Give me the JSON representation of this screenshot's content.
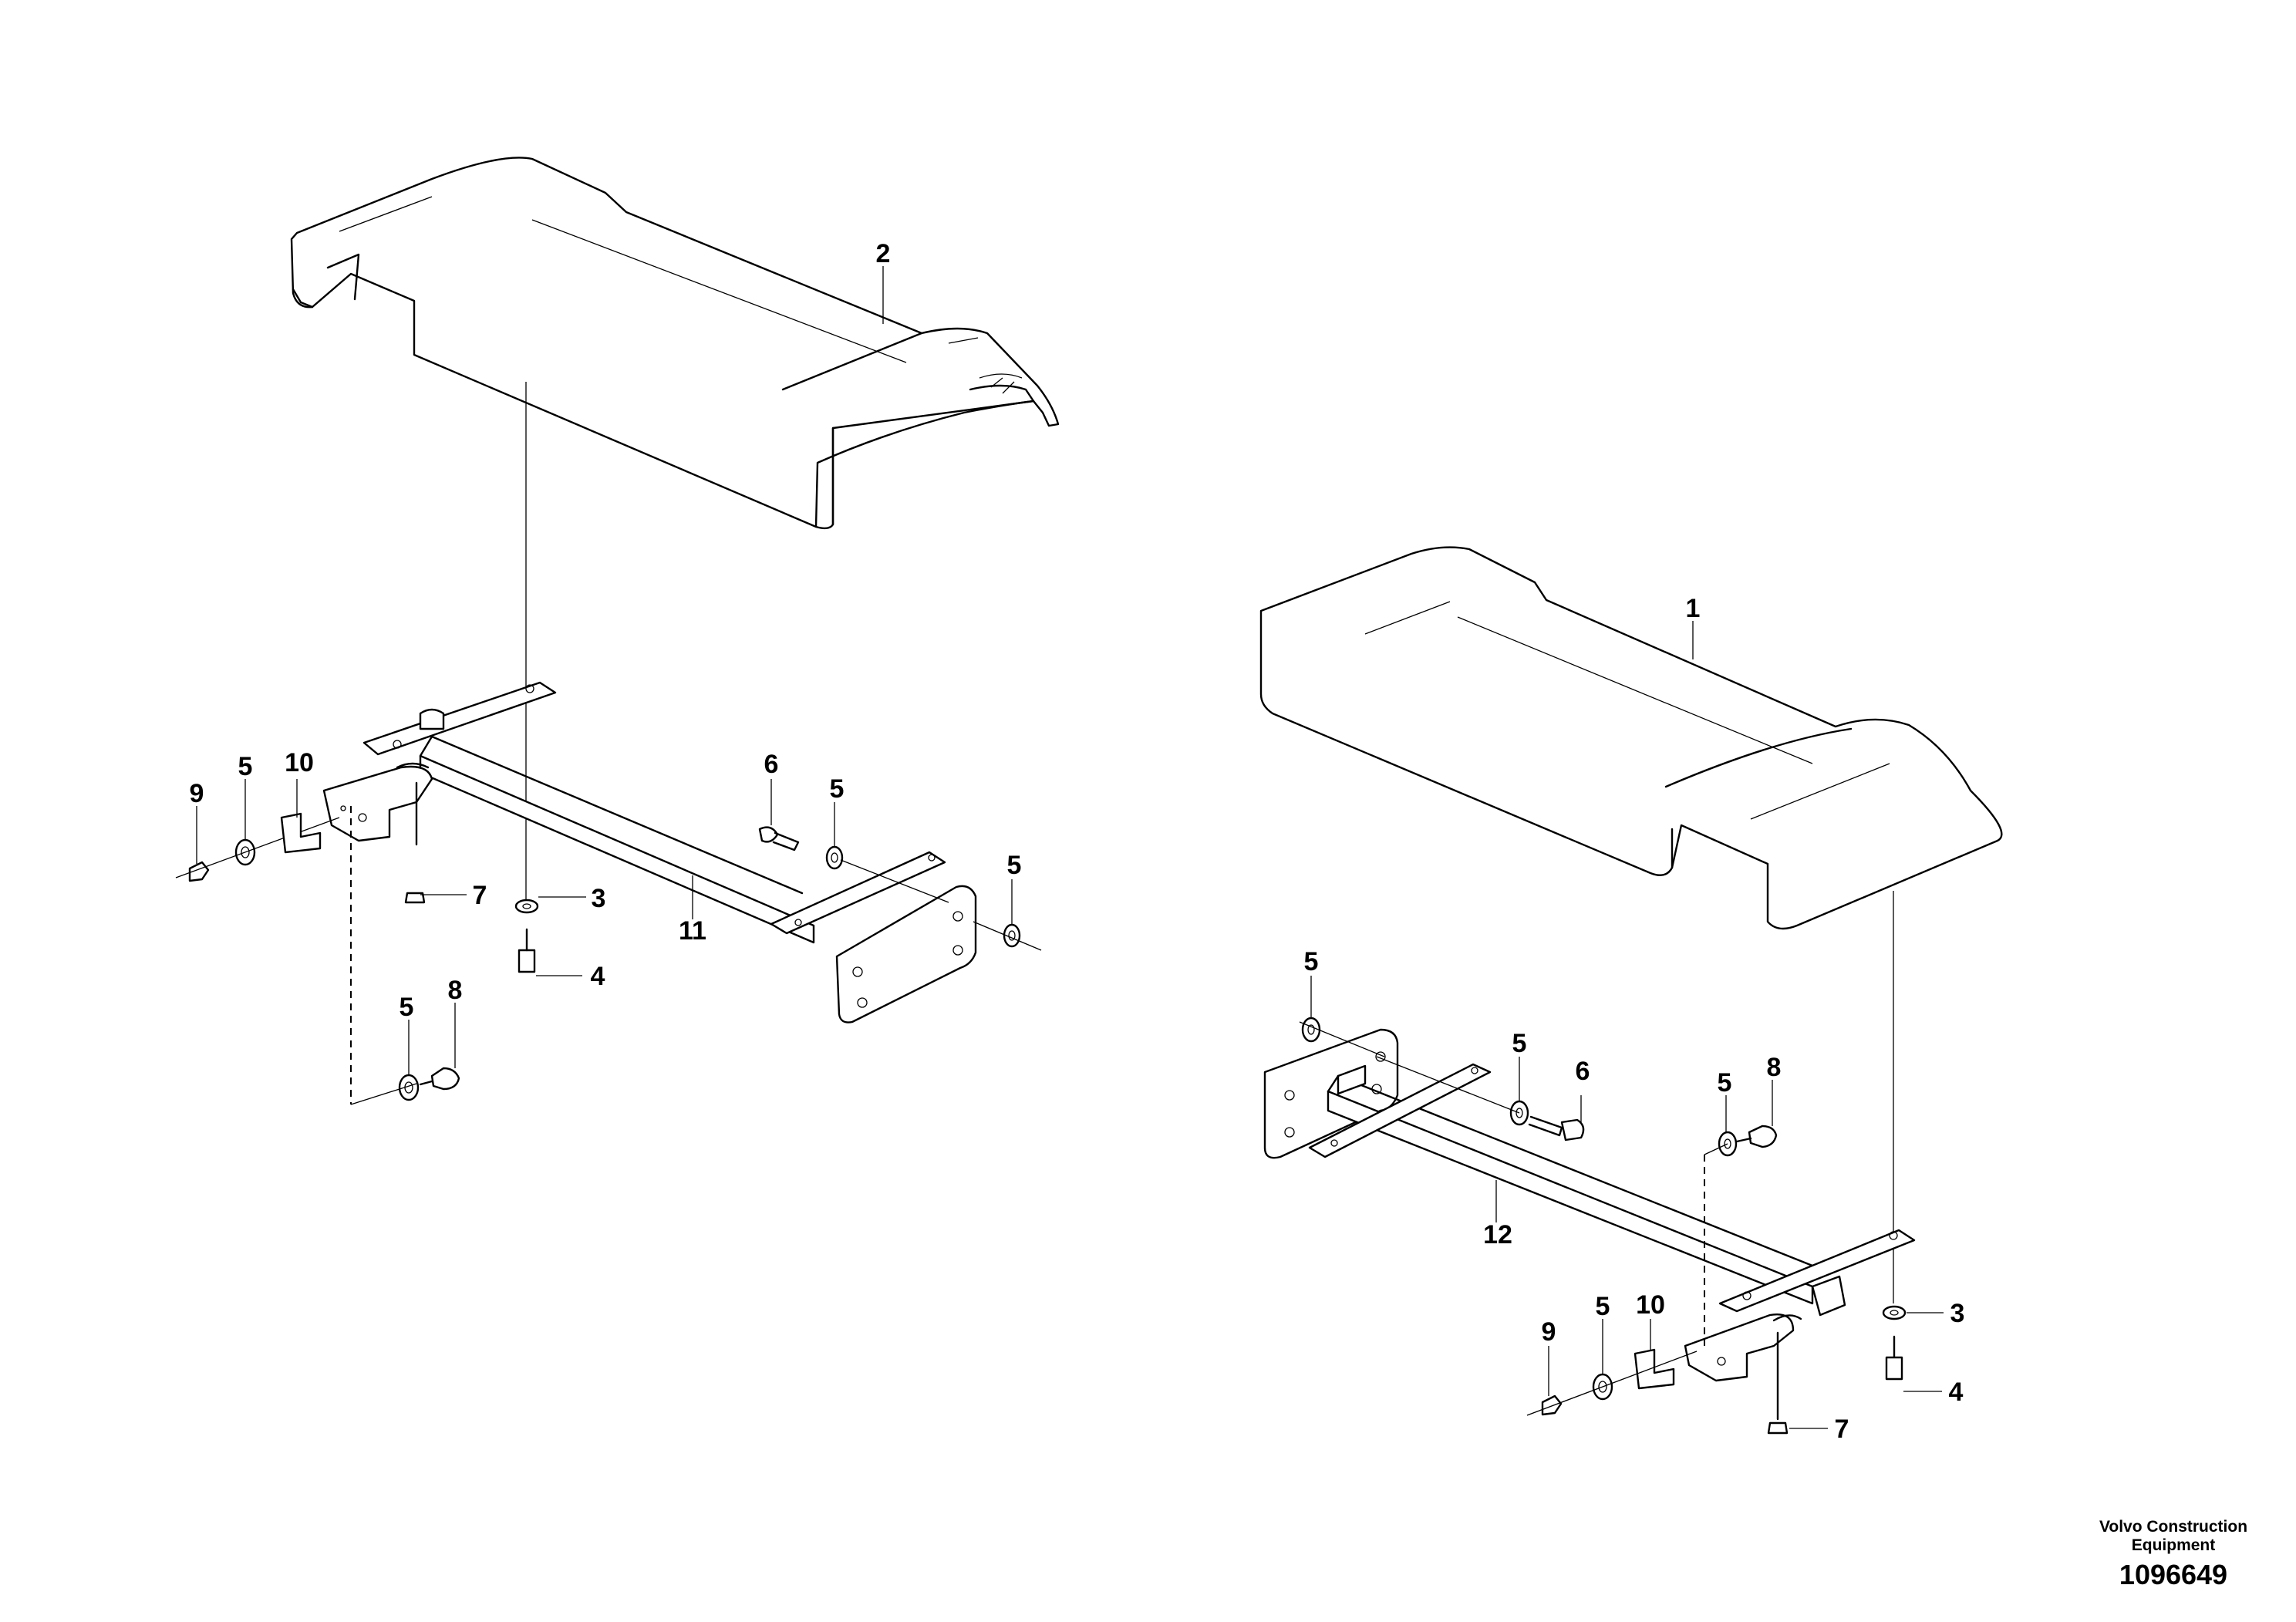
{
  "callouts": {
    "left": {
      "cover": "2",
      "washer_a": "5",
      "washer_b": "5",
      "washer_c": "5",
      "washer_d": "5",
      "nut_9": "9",
      "clip_10": "10",
      "bolt_6": "6",
      "nut_7": "7",
      "washer_3": "3",
      "bolt_4": "4",
      "bar_11": "11",
      "screw_8": "8"
    },
    "right": {
      "cover": "1",
      "washer_a": "5",
      "washer_b": "5",
      "washer_c": "5",
      "washer_d": "5",
      "bolt_6": "6",
      "screw_8": "8",
      "bar_12": "12",
      "nut_9": "9",
      "clip_10": "10",
      "washer_3": "3",
      "bolt_4": "4",
      "nut_7": "7"
    }
  },
  "footer": {
    "brand_line1": "Volvo Construction",
    "brand_line2": "Equipment",
    "drawing_number": "1096649"
  }
}
